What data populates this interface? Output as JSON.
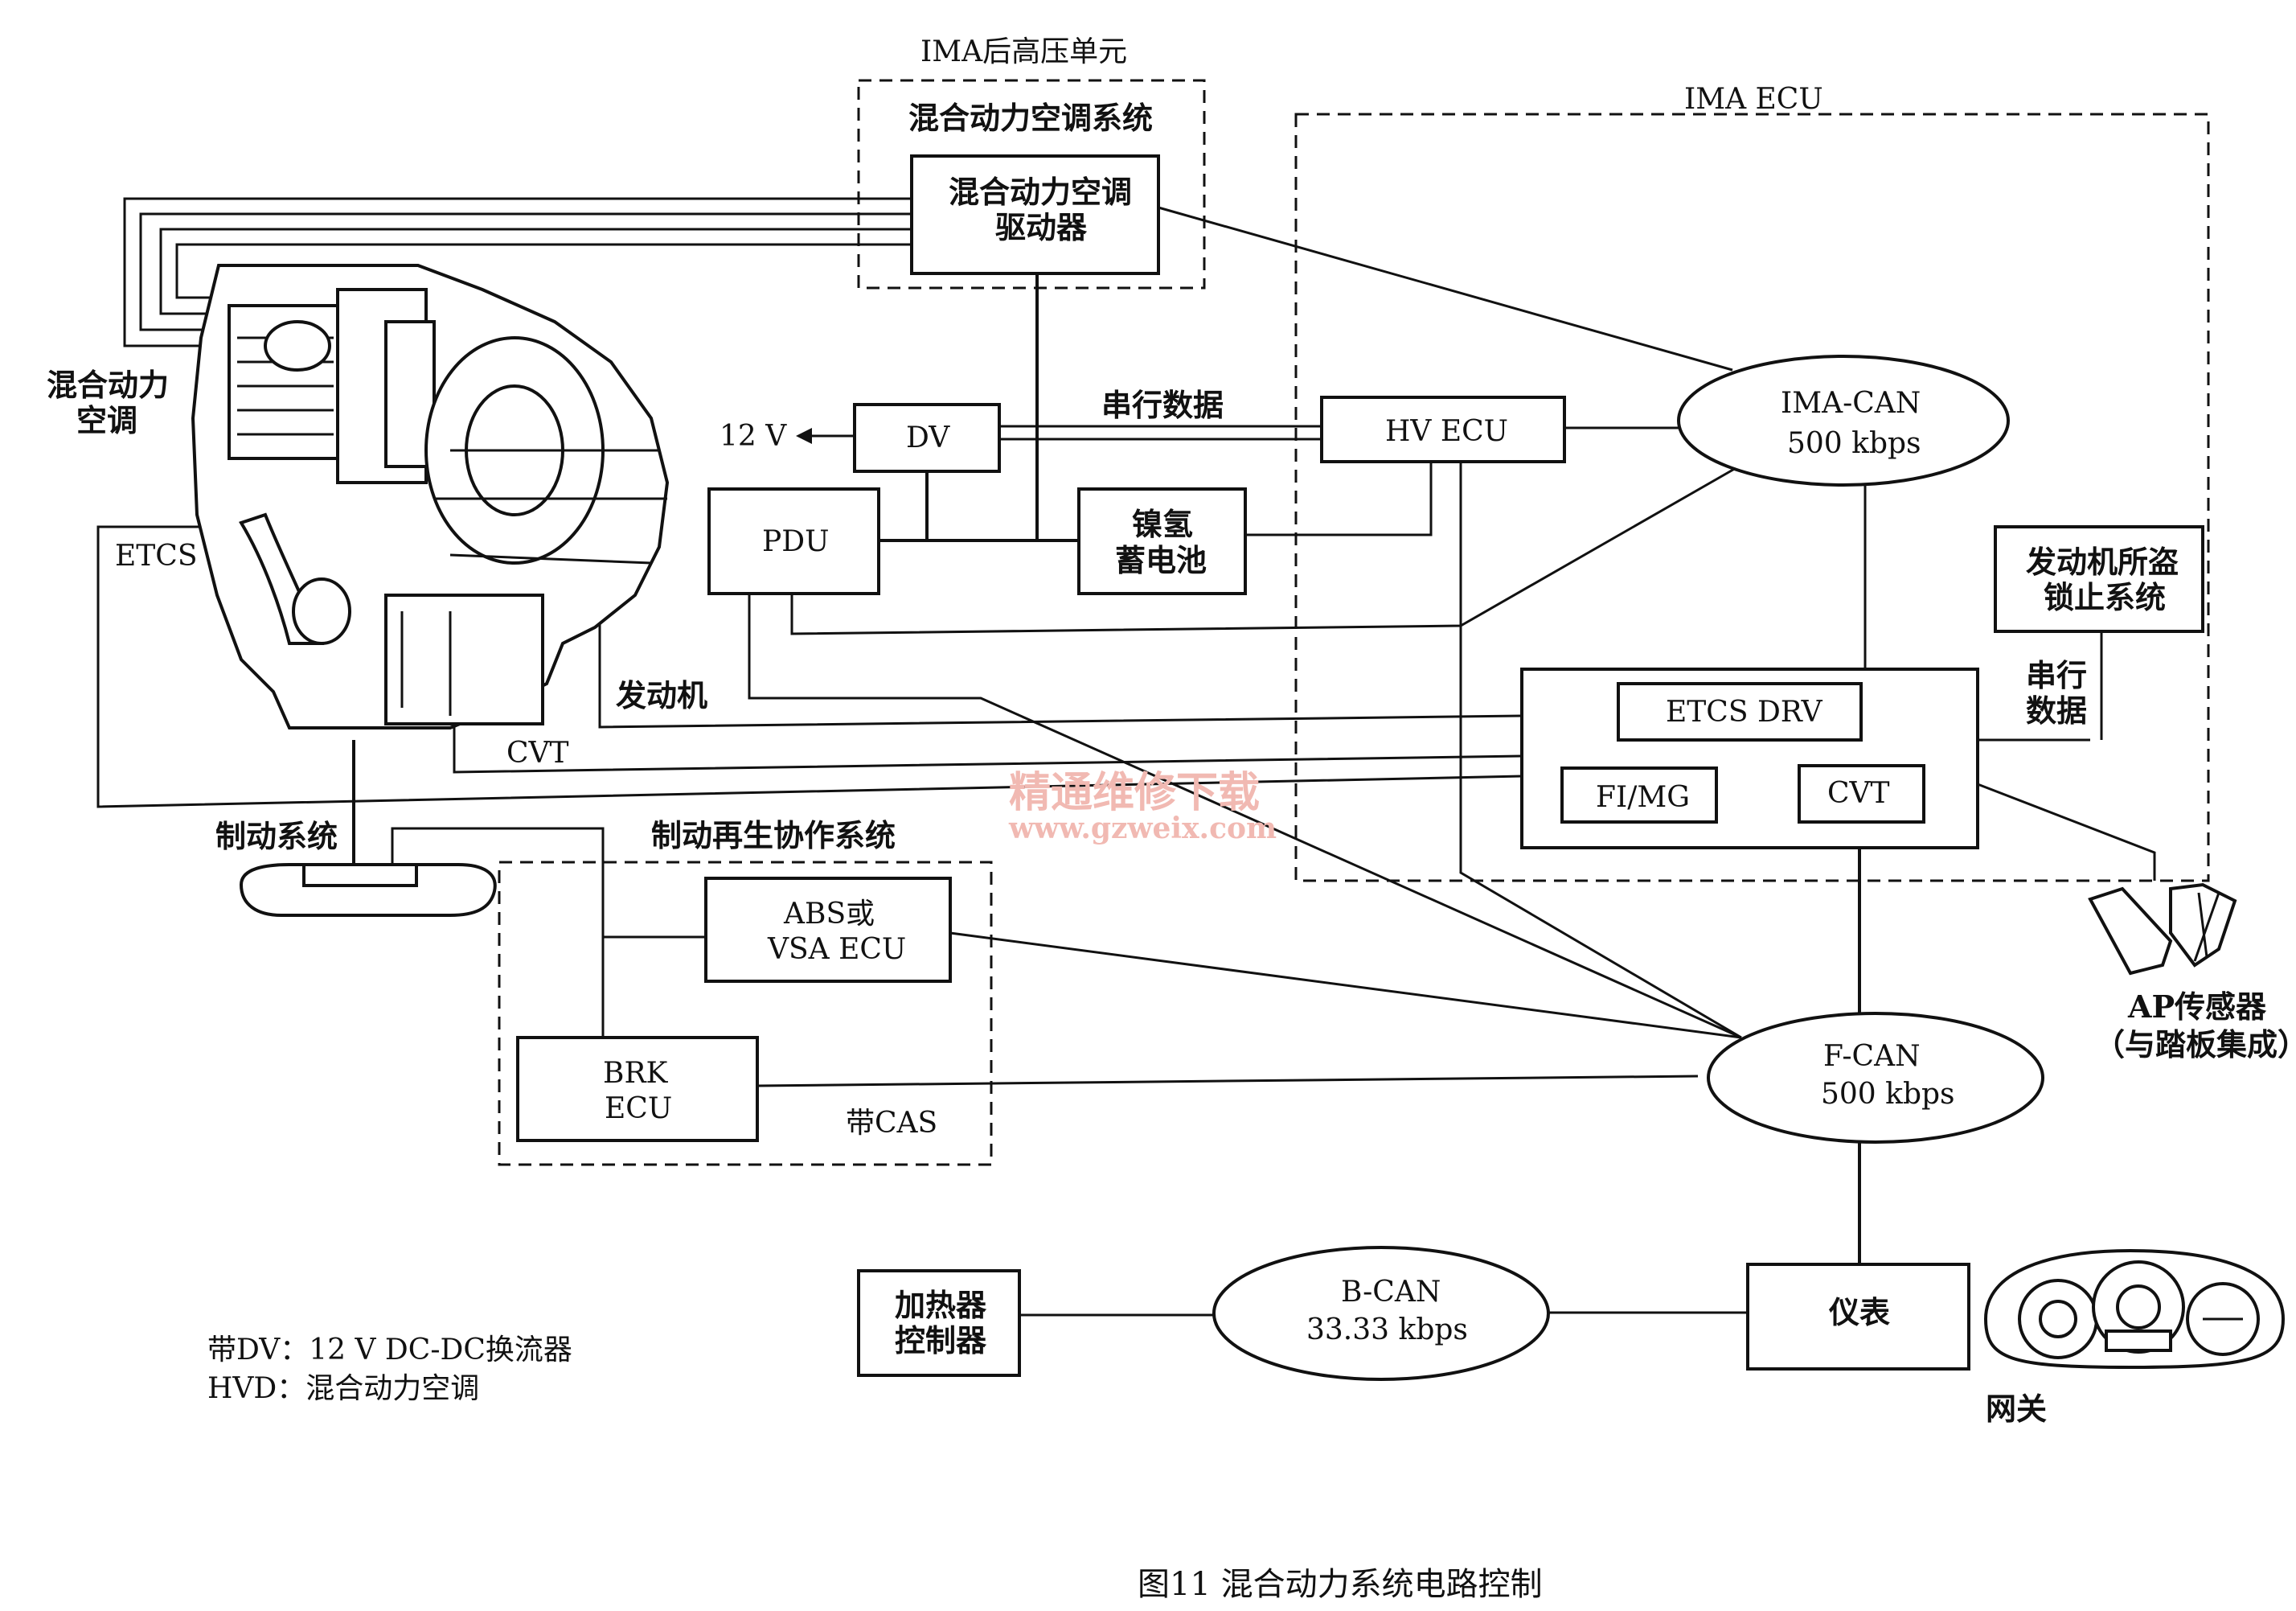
{
  "labels": {
    "ima_rear_unit": "IMA后高压单元",
    "hybrid_ac_system": "混合动力空调系统",
    "hybrid_ac_driver_1": "混合动力空调",
    "hybrid_ac_driver_2": "驱动器",
    "ima_ecu": "IMA ECU",
    "hybrid_ac_1": "混合动力",
    "hybrid_ac_2": "空调",
    "out_12v": "12 V",
    "dv": "DV",
    "serial_data": "串行数据",
    "hv_ecu": "HV ECU",
    "ima_can": "IMA-CAN",
    "ima_can_speed": "500 kbps",
    "etcs": "ETCS",
    "pdu": "PDU",
    "nimh_1": "镍氢",
    "nimh_2": "蓄电池",
    "immobilizer_1": "发动机所盗",
    "immobilizer_2": "锁止系统",
    "serial_1": "串行",
    "serial_2": "数据",
    "engine": "发动机",
    "etcs_drv": "ETCS DRV",
    "cvt_label": "CVT",
    "fi_mg": "FI/MG",
    "cvt_box": "CVT",
    "brake_system": "制动系统",
    "regen_coop": "制动再生协作系统",
    "abs_1": "ABS或",
    "abs_2": "VSA ECU",
    "ap_sensor_1": "AP传感器",
    "ap_sensor_2": "（与踏板集成）",
    "brk_1": "BRK",
    "brk_2": "ECU",
    "with_cas": "带CAS",
    "f_can": "F-CAN",
    "f_can_speed": "500 kbps",
    "heater_1": "加热器",
    "heater_2": "控制器",
    "b_can": "B-CAN",
    "b_can_speed": "33.33 kbps",
    "meter": "仪表",
    "gateway": "网关",
    "legend_1": "带DV：12 V DC-DC换流器",
    "legend_2": "HVD：混合动力空调",
    "watermark_1": "精通维修下载",
    "watermark_2": "www.gzweix.com",
    "caption": "图11    混合动力系统电路控制"
  }
}
